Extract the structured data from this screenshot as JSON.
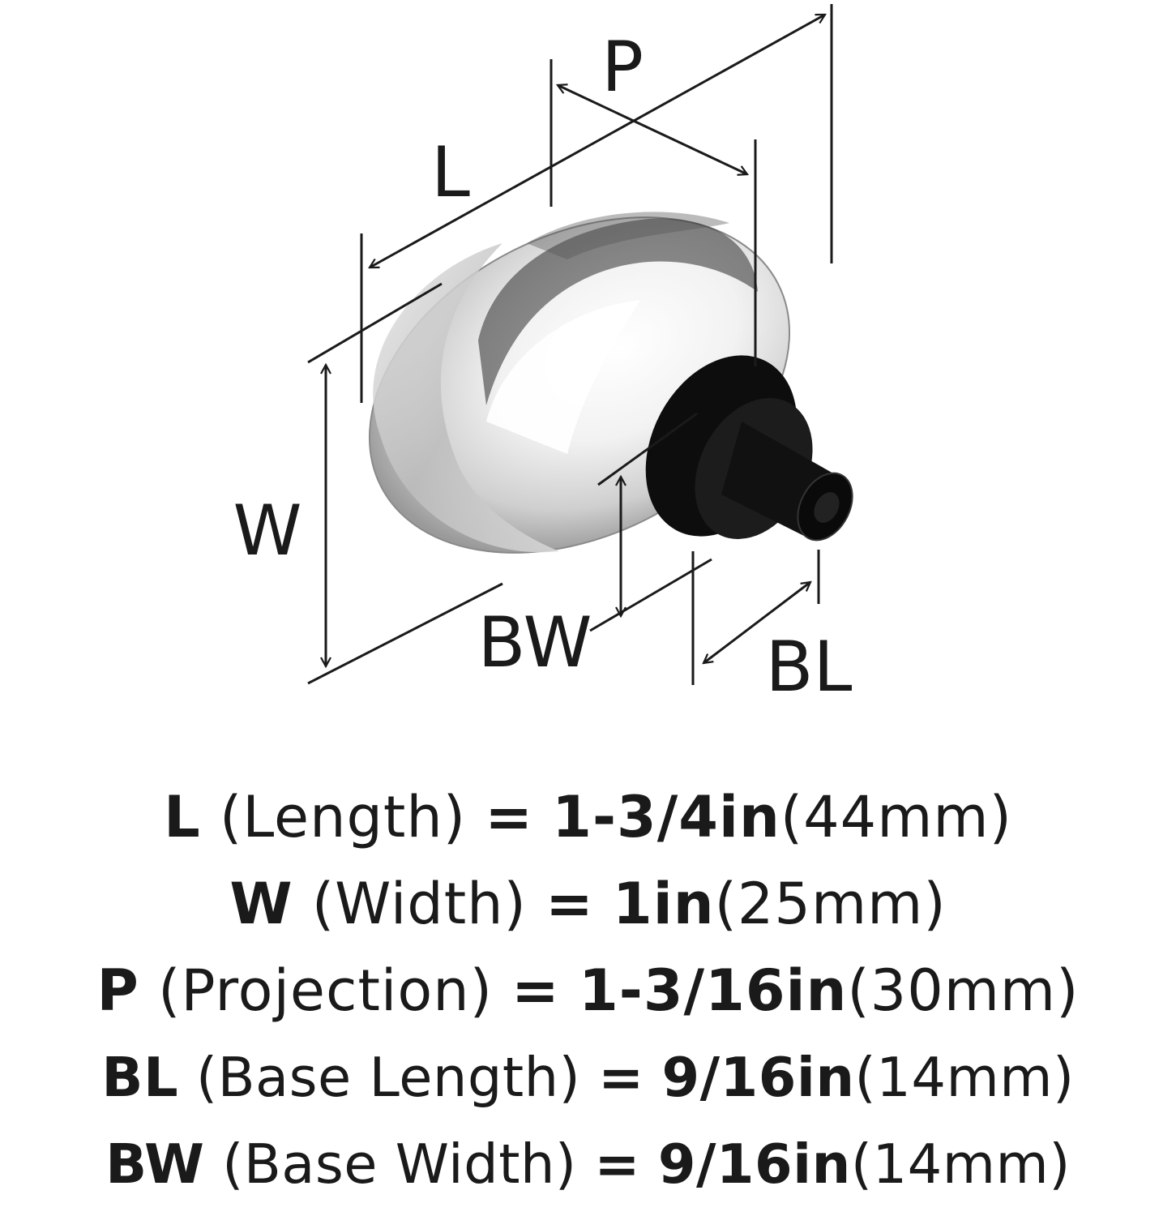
{
  "diagram": {
    "labels": {
      "L": "L",
      "P": "P",
      "W": "W",
      "BW": "BW",
      "BL": "BL"
    },
    "colors": {
      "line": "#1a1a1a",
      "base": "#0d0d0d",
      "knob_edge": "#7a7a7a"
    }
  },
  "specs": [
    {
      "key": "L",
      "name": "(Length)",
      "eq": "=",
      "inch": "1-3/4in",
      "mm": "(44mm)"
    },
    {
      "key": "W",
      "name": "(Width)",
      "eq": "=",
      "inch": "1in",
      "mm": "(25mm)"
    },
    {
      "key": "P",
      "name": "(Projection)",
      "eq": "=",
      "inch": "1-3/16in",
      "mm": "(30mm)"
    },
    {
      "key": "BL",
      "name": "(Base Length)",
      "eq": "=",
      "inch": "9/16in",
      "mm": "(14mm)"
    },
    {
      "key": "BW",
      "name": "(Base Width)",
      "eq": "=",
      "inch": "9/16in",
      "mm": "(14mm)"
    }
  ]
}
